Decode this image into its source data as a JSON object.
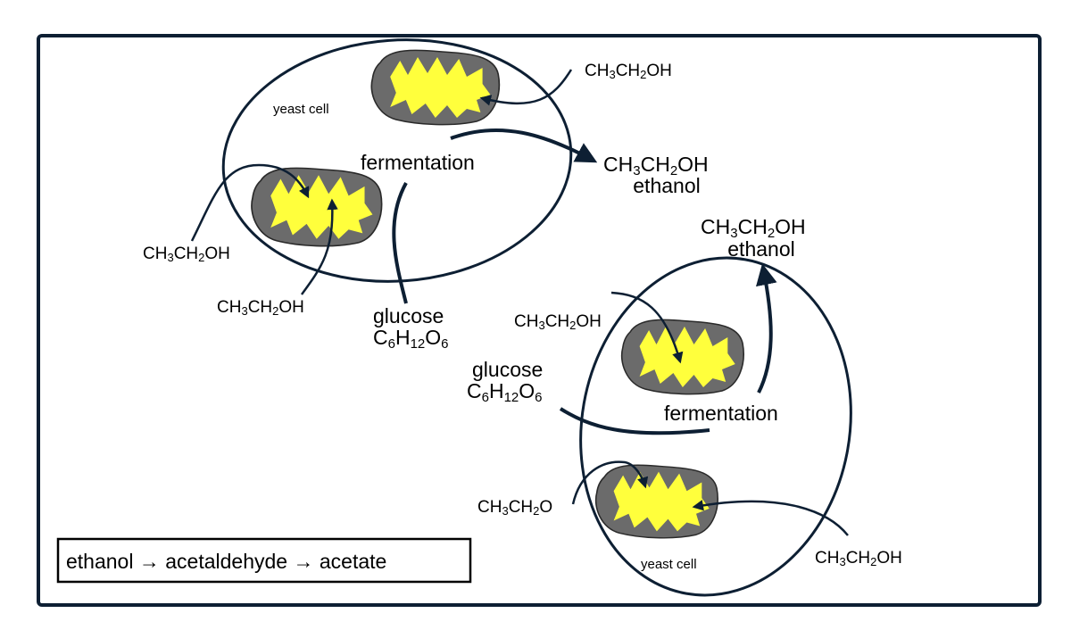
{
  "colors": {
    "frame": "#0d1f33",
    "line": "#0d1f33",
    "organelle_outer": "#6b6b6b",
    "organelle_inner": "#ffff3c",
    "background": "#ffffff"
  },
  "cell_top": {
    "label": "yeast cell",
    "process": "fermentation",
    "input": {
      "name": "glucose",
      "formula": {
        "a": "C",
        "s1": "6",
        "b": "H",
        "s2": "12",
        "c": "O",
        "s3": "6"
      }
    },
    "output": {
      "formula": {
        "a": "CH",
        "s1": "3",
        "b": "CH",
        "s2": "2",
        "c": "OH"
      },
      "name": "ethanol"
    },
    "ethanol_inputs": [
      {
        "a": "CH",
        "s1": "3",
        "b": "CH",
        "s2": "2",
        "c": "OH"
      },
      {
        "a": "CH",
        "s1": "3",
        "b": "CH",
        "s2": "2",
        "c": "OH"
      },
      {
        "a": "CH",
        "s1": "3",
        "b": "CH",
        "s2": "2",
        "c": "OH"
      }
    ]
  },
  "cell_bottom": {
    "label": "yeast cell",
    "process": "fermentation",
    "input": {
      "name": "glucose",
      "formula": {
        "a": "C",
        "s1": "6",
        "b": "H",
        "s2": "12",
        "c": "O",
        "s3": "6"
      }
    },
    "output": {
      "formula": {
        "a": "CH",
        "s1": "3",
        "b": "CH",
        "s2": "2",
        "c": "OH"
      },
      "name": "ethanol"
    },
    "ethanol_inputs": [
      {
        "a": "CH",
        "s1": "3",
        "b": "CH",
        "s2": "2",
        "c": "OH"
      },
      {
        "a": "CH",
        "s1": "3",
        "b": "CH",
        "s2": "2",
        "c": "O"
      },
      {
        "a": "CH",
        "s1": "3",
        "b": "CH",
        "s2": "2",
        "c": "OH"
      }
    ]
  },
  "legend": {
    "w1": "ethanol",
    "arrow": "→",
    "w2": "acetaldehyde",
    "w3": "acetate"
  }
}
